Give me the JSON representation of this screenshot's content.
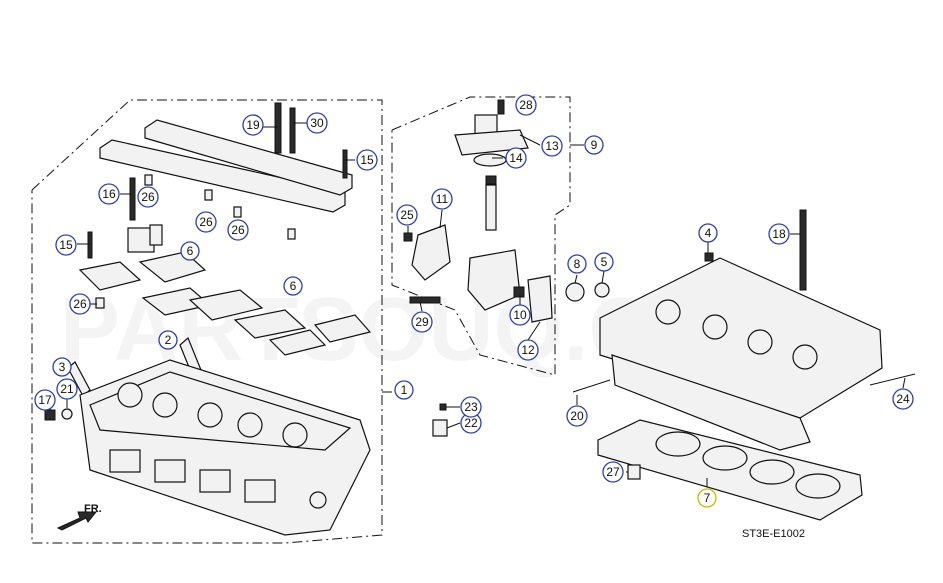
{
  "diagram": {
    "code": "ST3E-E1002",
    "direction_label": "FR.",
    "watermark": "PARTSOUQ.COM",
    "callouts": [
      "1",
      "2",
      "3",
      "4",
      "5",
      "6",
      "6",
      "7",
      "8",
      "9",
      "10",
      "11",
      "12",
      "13",
      "14",
      "15",
      "15",
      "16",
      "17",
      "18",
      "19",
      "20",
      "21",
      "22",
      "23",
      "24",
      "25",
      "26",
      "26",
      "26",
      "26",
      "27",
      "28",
      "29",
      "30"
    ],
    "highlight_color": "#d6b400",
    "callout_color": "#2c3fb0"
  }
}
